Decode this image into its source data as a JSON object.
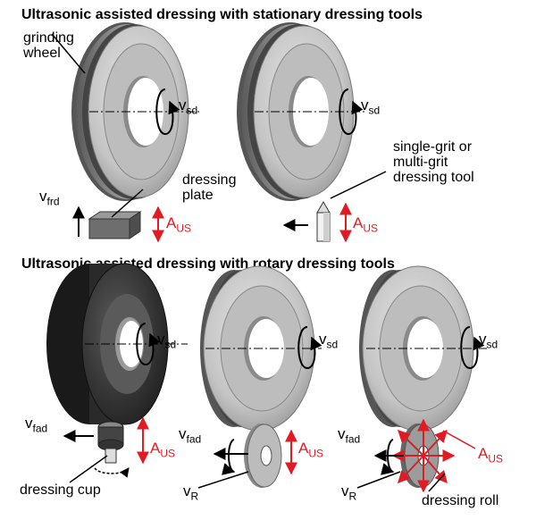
{
  "section_stationary": {
    "title": "Ultrasonic assisted dressing with stationary dressing tools",
    "grinding_wheel_line1": "grinding",
    "grinding_wheel_line2": "wheel",
    "dressing_plate_line1": "dressing",
    "dressing_plate_line2": "plate",
    "tool_line1": "single-grit or",
    "tool_line2": "multi-grit",
    "tool_line3": "dressing tool"
  },
  "section_rotary": {
    "title": "Ultrasonic assisted dressing with rotary dressing tools",
    "dressing_cup": "dressing cup",
    "dressing_roll": "dressing roll"
  },
  "symbols": {
    "v": "v",
    "sd": "sd",
    "frd": "frd",
    "fad": "fad",
    "A": "A",
    "US": "US",
    "R": "R"
  },
  "colors": {
    "amplitude": "#e01b24",
    "wheel_face": "#c8c8c8",
    "wheel_rim": "#7a7a7a",
    "dark_wheel": "#3a3a3a"
  }
}
